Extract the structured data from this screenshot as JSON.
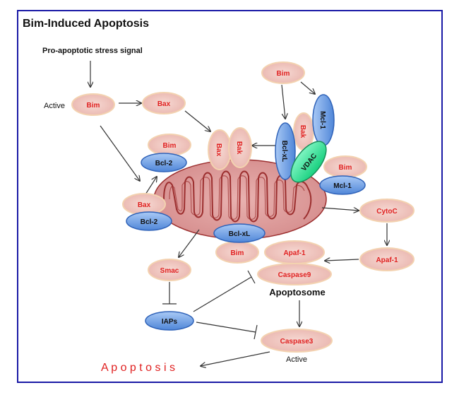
{
  "title": "Bim-Induced Apoptosis",
  "labels": {
    "stress_signal": "Pro-apoptotic stress signal",
    "active_top": "Active",
    "active_bottom": "Active",
    "apoptosome": "Apoptosome",
    "apoptosis": "A p o p t o s i s"
  },
  "nodes": {
    "bim_active": "Bim",
    "bax_top": "Bax",
    "bim_top_right": "Bim",
    "bim_bcl2": "Bim",
    "bcl2_top": "Bcl-2",
    "bax_left": "Bax",
    "bcl2_left": "Bcl-2",
    "bax_membrane": "Bax",
    "bak_membrane": "Bak",
    "bak_right": "Bak",
    "bclxl_vertical": "Bcl-xL",
    "vdac": "VDAC",
    "mcl1_vertical": "Mcl-1",
    "bim_mcl1": "Bim",
    "mcl1_right": "Mcl-1",
    "bclxl_bottom": "Bcl-xL",
    "bim_bottom": "Bim",
    "cytoc": "CytoC",
    "apaf1_right": "Apaf-1",
    "apaf1_center": "Apaf-1",
    "caspase9": "Caspase9",
    "smac": "Smac",
    "iaps": "IAPs",
    "caspase3": "Caspase3"
  },
  "colors": {
    "frame": "#1a1aa6",
    "pink_fill": "#f2c6c0",
    "pink_stroke": "#f3d2b0",
    "pink_text": "#e02020",
    "blue_fill": "#6fa1e8",
    "blue_stroke": "#2f62b8",
    "green_fill": "#2fe39a",
    "mito_fill": "#dc9a9a",
    "mito_stroke": "#a33",
    "apoptosis_text": "#e02020"
  }
}
